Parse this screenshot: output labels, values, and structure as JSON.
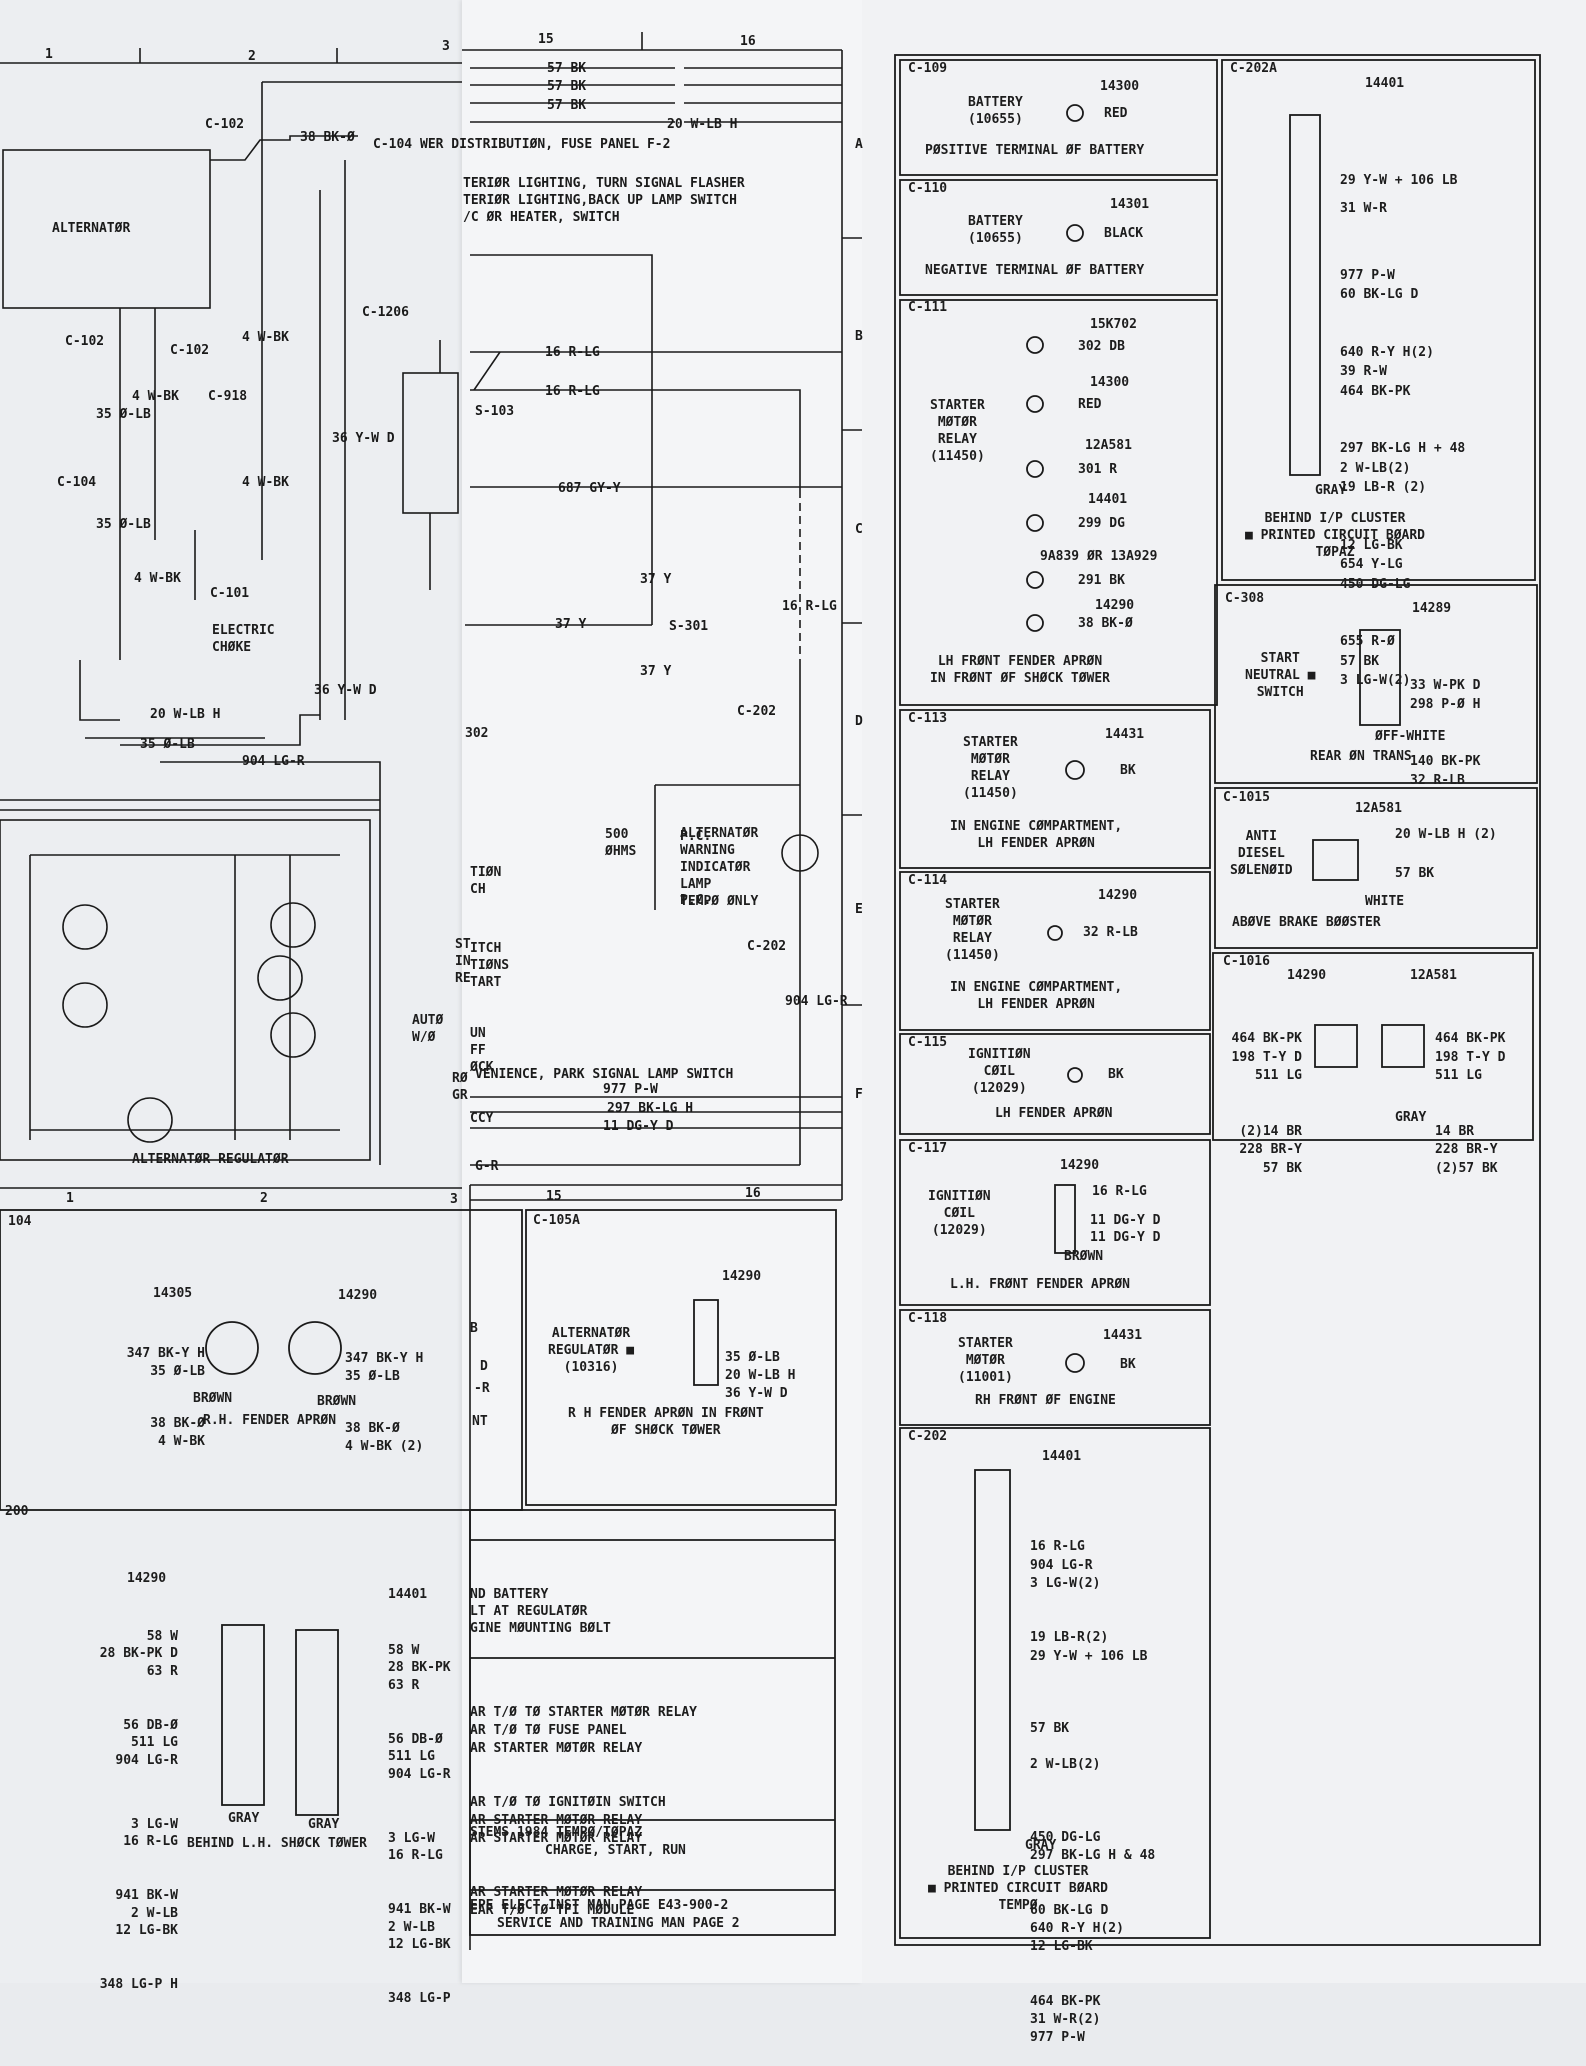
{
  "grid": {
    "top_columns": [
      "1",
      "2",
      "3",
      "15",
      "16"
    ],
    "bottom_columns": [
      "1",
      "2",
      "3",
      "15",
      "16"
    ],
    "rows": [
      "A",
      "B",
      "C",
      "D",
      "E",
      "F"
    ]
  },
  "schematic": {
    "alternator": "ALTERNATØR",
    "regulator": "ALTERNATØR REGULATØR",
    "electric_choke": "ELECTRIC\nCHØKE",
    "connectors": [
      "C-102",
      "C-102",
      "C-102",
      "C-104",
      "C-104",
      "C-918",
      "C-101",
      "C-1206",
      "C-202",
      "C-202",
      "S-103",
      "S-301"
    ],
    "wires_top": [
      "57 BK",
      "57 BK",
      "57 BK",
      "20 W-LB H"
    ],
    "notes": [
      "WER DISTRIBUTIØN, FUSE PANEL F-2",
      "TERIØR LIGHTING, TURN SIGNAL FLASHER",
      "TERIØR LIGHTING,BACK UP LAMP SWITCH",
      "/C ØR HEATER, SWITCH",
      "VENIENCE, PARK SIGNAL LAMP SWITCH"
    ],
    "wire_labels": [
      "38 BK-Ø",
      "16 R-LG",
      "16 R-LG",
      "687 GY-Y",
      "37 Y",
      "37 Y",
      "37 Y",
      "16 R-LG",
      "904 LG-R",
      "904 LG-R",
      "20 W-LB H",
      "35 Ø-LB",
      "35 Ø-LB",
      "35 Ø-LB",
      "4 W-BK",
      "4 W-BK",
      "4 W-BK",
      "4 W-BK",
      "36 Y-W D",
      "36 Y-W D",
      "977 P-W",
      "297 BK-LG H",
      "11 DG-Y D",
      "G-R"
    ],
    "warning_lamp": "ALTERNATØR\nWARNING\nINDICATØR\nLAMP\nTEMPØ ØNLY",
    "resistor": "500\nØHMS",
    "pc": "P.C.",
    "partial_left": [
      "TIØN",
      "CH",
      "ITCH",
      "TIØNS",
      "TART",
      "UN",
      "FF",
      "ØCK",
      "CCY"
    ],
    "partial_left2": [
      "ST",
      "IN",
      "RE"
    ],
    "auto": "AUTØ\nW/Ø",
    "gr": "RØ\nGR"
  },
  "connector_views": [
    {
      "id": "C-109",
      "part": "14300",
      "name": "BATTERY\n(10655)",
      "wire": "RED",
      "location": "PØSITIVE TERMINAL ØF BATTERY"
    },
    {
      "id": "C-110",
      "part": "14301",
      "name": "BATTERY\n(10655)",
      "wire": "BLACK",
      "location": "NEGATIVE TERMINAL ØF BATTERY"
    },
    {
      "id": "C-111",
      "name": "STARTER\nMØTØR\nRELAY\n(11450)",
      "terminals": [
        {
          "part": "15K702",
          "wire": "302 DB"
        },
        {
          "part": "14300",
          "wire": "RED"
        },
        {
          "part": "12A581",
          "wire": "301 R"
        },
        {
          "part": "14401",
          "wire": "299 DG"
        },
        {
          "part": "9A839 ØR 13A929",
          "wire": "291 BK"
        },
        {
          "part": "14290",
          "wire": "38 BK-Ø"
        }
      ],
      "location": "LH FRØNT FENDER APRØN\nIN FRØNT ØF SHØCK TØWER"
    },
    {
      "id": "C-113",
      "part": "14431",
      "name": "STARTER\nMØTØR\nRELAY\n(11450)",
      "wire": "BK",
      "location": "IN ENGINE CØMPARTMENT,\nLH FENDER APRØN"
    },
    {
      "id": "C-114",
      "part": "14290",
      "name": "STARTER\nMØTØR\nRELAY\n(11450)",
      "wire": "32 R-LB",
      "location": "IN ENGINE CØMPARTMENT,\nLH FENDER APRØN"
    },
    {
      "id": "C-115",
      "name": "IGNITIØN\nCØIL\n(12029)",
      "wire": "BK",
      "location": "LH FENDER APRØN"
    },
    {
      "id": "C-117",
      "part": "14290",
      "name": "IGNITIØN\nCØIL\n(12029)",
      "wires": [
        "16 R-LG",
        "11 DG-Y D",
        "11 DG-Y D"
      ],
      "color": "BRØWN",
      "location": "L.H. FRØNT FENDER APRØN"
    },
    {
      "id": "C-118",
      "part": "14431",
      "name": "STARTER\nMØTØR\n(11001)",
      "wire": "BK",
      "location": "RH FRØNT ØF ENGINE"
    },
    {
      "id": "C-202",
      "part": "14401",
      "wires": [
        "16 R-LG",
        "904 LG-R",
        "3 LG-W(2)",
        "19 LB-R(2)",
        "29 Y-W + 106 LB",
        "57 BK",
        "2 W-LB(2)",
        "450 DG-LG",
        "297 BK-LG H & 48",
        "60 BK-LG D",
        "640 R-Y H(2)",
        "12 LG-BK",
        "464 BK-PK",
        "31 W-R(2)",
        "977 P-W"
      ],
      "color": "GRAY",
      "location": "BEHIND I/P CLUSTER\n■ PRINTED CIRCUIT BØARD\nTEMPØ"
    },
    {
      "id": "C-202A",
      "part": "14401",
      "wires": [
        "29 Y-W + 106 LB",
        "31 W-R",
        "977 P-W",
        "60 BK-LG D",
        "640 R-Y H(2)",
        "39 R-W",
        "464 BK-PK",
        "297 BK-LG H + 48",
        "2 W-LB(2)",
        "19 LB-R (2)",
        "12 LG-BK",
        "654 Y-LG",
        "450 DG-LG",
        "655 R-Ø",
        "57 BK",
        "3 LG-W(2)"
      ],
      "color": "GRAY",
      "location": "BEHIND I/P CLUSTER\n■ PRINTED CIRCUIT BØARD\nTØPAZ"
    },
    {
      "id": "C-308",
      "part": "14289",
      "name": "START\nNEUTRAL ■\nSWITCH",
      "wires": [
        "33 W-PK D",
        "298 P-Ø H",
        "140 BK-PK",
        "32 R-LB"
      ],
      "color": "ØFF-WHITE",
      "location": "REAR ØN TRANS"
    },
    {
      "id": "C-1015",
      "part": "12A581",
      "name": "ANTI\nDIESEL\nSØLENØID",
      "wires": [
        "20 W-LB H (2)",
        "57 BK"
      ],
      "color": "WHITE",
      "location": "ABØVE BRAKE BØØSTER"
    },
    {
      "id": "C-1016",
      "parts": [
        "14290",
        "12A581"
      ],
      "wires_left": [
        "464 BK-PK",
        "198 T-Y D",
        "511 LG",
        "(2)14 BR",
        "228 BR-Y",
        "57 BK"
      ],
      "wires_right": [
        "464 BK-PK",
        "198 T-Y D",
        "511 LG",
        "14 BR",
        "228 BR-Y",
        "(2)57 BK"
      ],
      "color": "GRAY"
    },
    {
      "id": "C-105A",
      "part": "14290",
      "name": "ALTERNATØR\nREGULATØR ■\n(10316)",
      "wires": [
        "35 Ø-LB",
        "20 W-LB H",
        "36 Y-W D"
      ],
      "location": "R H FENDER APRØN IN FRØNT\nØF SHØCK TØWER"
    },
    {
      "id": "C-104",
      "parts": [
        "14305",
        "14290"
      ],
      "wires_left": [
        "347 BK-Y H",
        "35 Ø-LB",
        "38 BK-Ø",
        "4 W-BK"
      ],
      "wires_right": [
        "347 BK-Y H",
        "35 Ø-LB",
        "38 BK-Ø",
        "4 W-BK (2)"
      ],
      "color": "BRØWN",
      "location": "R.H. FENDER APRØN"
    },
    {
      "id": "C-200",
      "parts": [
        "14290",
        "14401"
      ],
      "wires_left": [
        "58 W",
        "28 BK-PK D",
        "63 R",
        "56 DB-Ø",
        "511 LG",
        "904 LG-R",
        "3 LG-W",
        "16 R-LG",
        "941 BK-W",
        "2 W-LB",
        "12 LG-BK",
        "348 LG-P H"
      ],
      "wires_right": [
        "58 W",
        "28 BK-PK",
        "63 R",
        "56 DB-Ø",
        "511 LG",
        "904 LG-R",
        "3 LG-W",
        "16 R-LG",
        "941 BK-W",
        "2 W-LB",
        "12 LG-BK",
        "348 LG-P"
      ],
      "color": "GRAY",
      "location": "BEHIND L.H. SHØCK TØWER"
    }
  ],
  "partial_notes": {
    "battery_notes": [
      "ND BATTERY",
      "LT AT REGULATØR",
      "GINE MØUNTING BØLT"
    ],
    "harness_notes": [
      "AR T/Ø TØ STARTER MØTØR RELAY",
      "AR T/Ø TØ FUSE PANEL",
      "AR STARTER MØTØR RELAY",
      "AR T/Ø TØ IGNITØIN SWITCH",
      "AR STARTER MØTØR RELAY",
      "AR STARTER MØTØR RELAY",
      "AR STARTER MØTØR RELAY",
      "EAR T/Ø TØ TFI MØDULE"
    ],
    "title_block": [
      "STEMS 1984 TEMPØ/TØPAZ",
      "CHARGE, START, RUN"
    ],
    "references": [
      "EPE ELECT INST MAN PAGE E43-900-2",
      "SERVICE AND TRAINING MAN PAGE 2"
    ],
    "fragments": [
      "104",
      "200",
      "302",
      "B",
      "D",
      "-R",
      "NT"
    ]
  }
}
